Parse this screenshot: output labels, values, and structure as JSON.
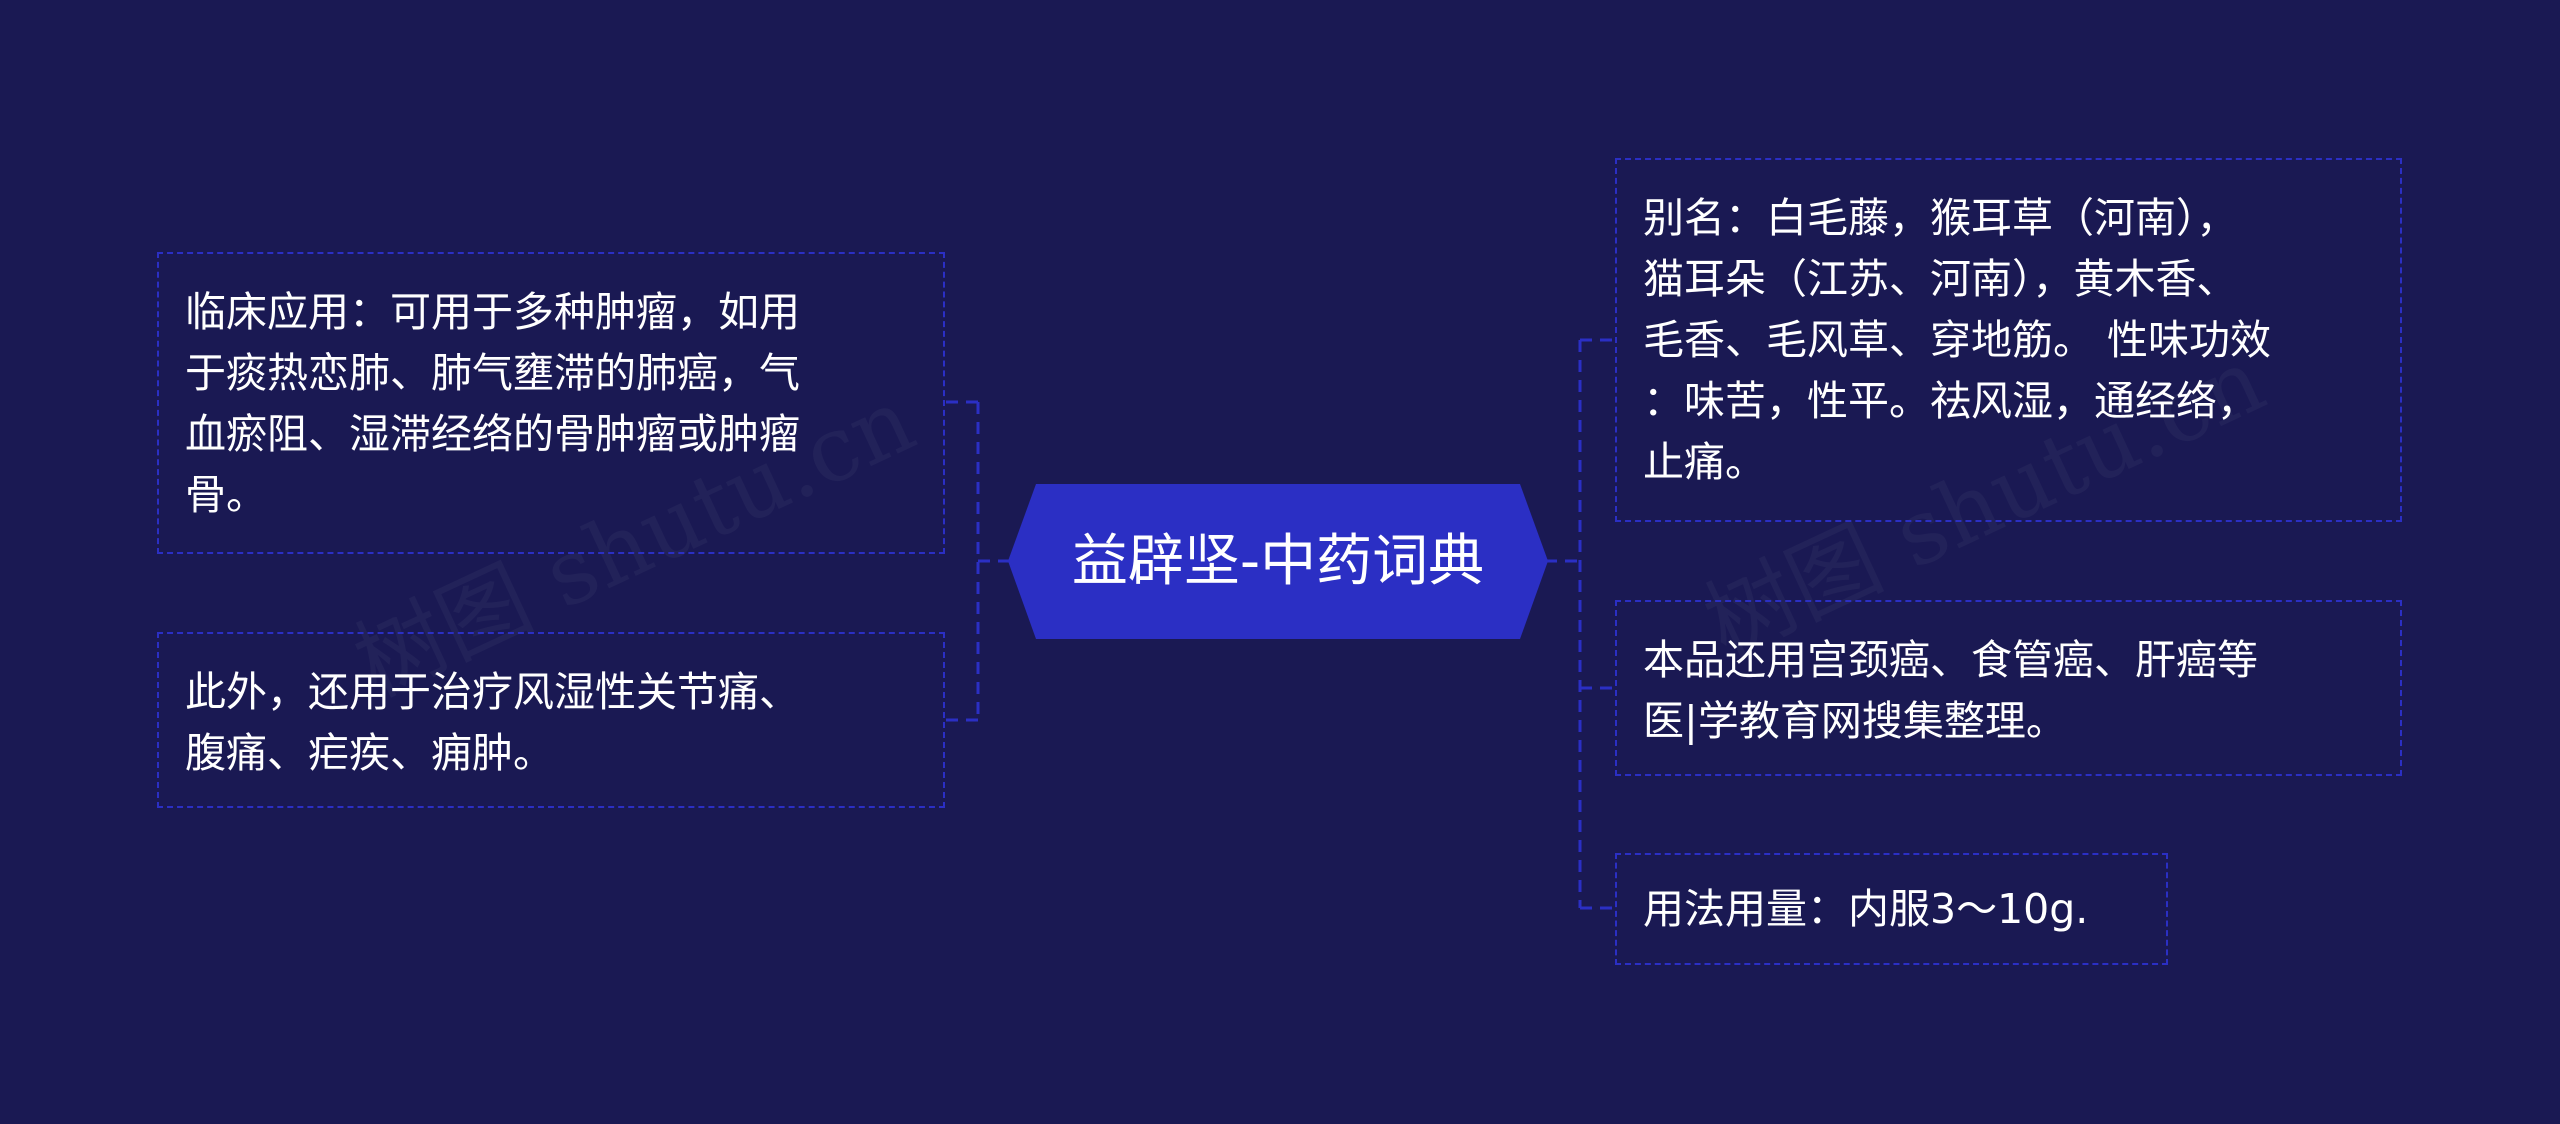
{
  "central_topic": "益辟坚-中药词典",
  "branches": {
    "left": [
      {
        "text": "临床应用：可用于多种肿瘤，如用\n于痰热恋肺、肺气壅滞的肺癌，气\n血瘀阻、湿滞经络的骨肿瘤或肿瘤\n骨。"
      },
      {
        "text": "此外，还用于治疗风湿性关节痛、\n腹痛、疟疾、痈肿。"
      }
    ],
    "right": [
      {
        "text": "别名：白毛藤，猴耳草（河南），\n猫耳朵（江苏、河南），黄木香、\n毛香、毛风草、穿地筋。 性味功效\n：味苦，性平。祛风湿，通经络，\n止痛。"
      },
      {
        "text": "本品还用宫颈癌、食管癌、肝癌等\n医|学教育网搜集整理。"
      },
      {
        "text": "用法用量：内服3～10g."
      }
    ]
  },
  "watermark": "树图 shutu.cn",
  "colors": {
    "background": "#1a1953",
    "central_fill": "#2b2fc4",
    "connector": "#2b2fc4",
    "text": "#ffffff"
  }
}
